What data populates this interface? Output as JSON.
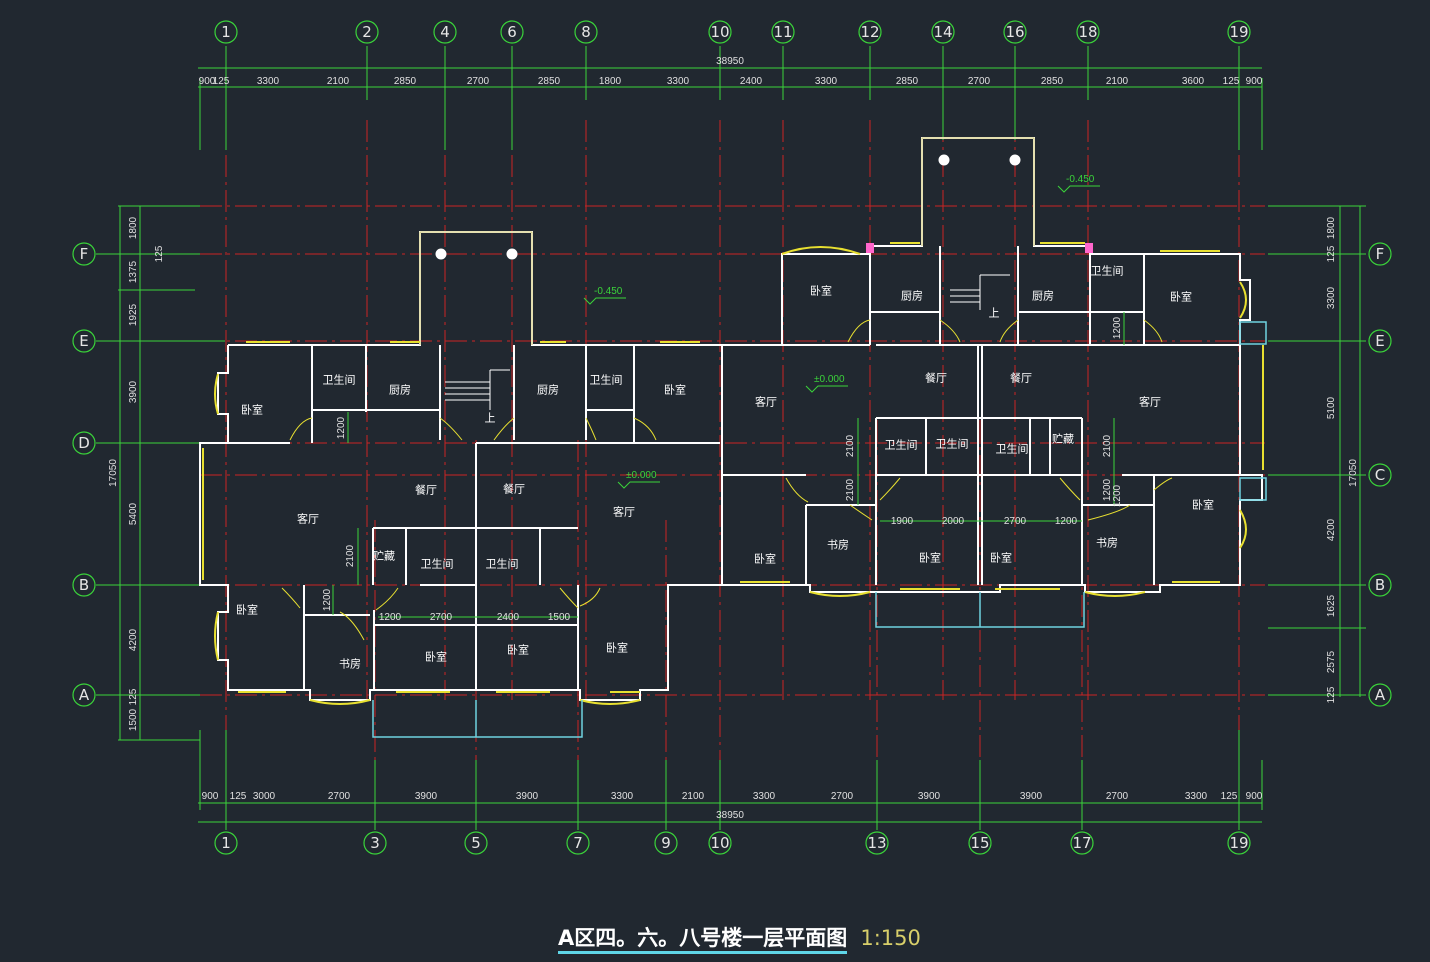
{
  "drawing": {
    "title": "A区四。六。八号楼一层平面图",
    "scale": "1:150"
  },
  "colors": {
    "background": "#212830",
    "axis_grid": "#d42424",
    "wall": "#ffffff",
    "dimension": "#3ad33a",
    "window": "#e8e030",
    "balcony": "#6fd3e0",
    "stair_hand": "#c8c060"
  },
  "top_axes": [
    "1",
    "2",
    "4",
    "6",
    "8",
    "10",
    "11",
    "12",
    "14",
    "16",
    "18",
    "19"
  ],
  "bottom_axes": [
    "1",
    "3",
    "5",
    "7",
    "9",
    "10",
    "13",
    "15",
    "17",
    "19"
  ],
  "left_axes": [
    "F",
    "E",
    "D",
    "B",
    "A"
  ],
  "right_axes": [
    "F",
    "E",
    "C",
    "B",
    "A"
  ],
  "top_dims": {
    "overall": "38950",
    "segments": [
      "900",
      "125",
      "3300",
      "2100",
      "2850",
      "2700",
      "2850",
      "1800",
      "3300",
      "2400",
      "3300",
      "2850",
      "2700",
      "2850",
      "2100",
      "3600",
      "125",
      "900"
    ]
  },
  "bottom_dims": {
    "overall": "38950",
    "segments": [
      "900",
      "125",
      "3000",
      "2700",
      "3900",
      "3900",
      "3300",
      "2100",
      "3300",
      "2700",
      "3900",
      "3900",
      "2700",
      "3300",
      "125",
      "900"
    ]
  },
  "left_dims": {
    "overall": "17050",
    "segments": [
      "1800",
      "125",
      "1375",
      "1925",
      "3900",
      "5400",
      "4200",
      "125",
      "1500"
    ]
  },
  "right_dims": {
    "overall": "17050",
    "segments": [
      "1800",
      "125",
      "3300",
      "5100",
      "4200",
      "1625",
      "2575",
      "125"
    ]
  },
  "interior_dims": [
    "1200",
    "1200",
    "2100",
    "1200",
    "2700",
    "2400",
    "1500",
    "2100",
    "2100",
    "2100",
    "1200",
    "1200",
    "1900",
    "2000",
    "2700",
    "1200",
    "1200"
  ],
  "levels": [
    "-0.450",
    "-0.450",
    "±0.000",
    "±0.000"
  ],
  "rooms": {
    "bedroom": "卧室",
    "toilet": "卫生间",
    "kitchen": "厨房",
    "living": "客厅",
    "dining": "餐厅",
    "study": "书房",
    "storage": "贮藏",
    "stair_up": "上"
  }
}
